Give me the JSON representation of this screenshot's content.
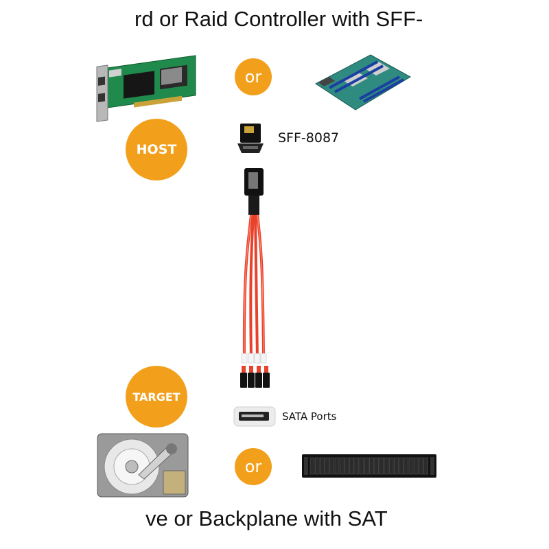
{
  "top_heading": "rd or Raid Controller with SFF-",
  "bottom_heading": "ve or Backplane with SAT",
  "or_label_top": "or",
  "or_label_bottom": "or",
  "host_label": "HOST",
  "target_label": "TARGET",
  "connector_label": "SFF-8087",
  "sata_label": "SATA Ports",
  "colors": {
    "accent": "#f2a01c",
    "cable": "#e8412c",
    "pcb_green": "#1f8a4c",
    "motherboard": "#2f8a80"
  },
  "icons": [
    "raid-card-image",
    "motherboard-image",
    "sff8087-connector-icon",
    "fanout-cable-image",
    "sata-port-icon",
    "hard-drive-image",
    "backplane-image"
  ]
}
